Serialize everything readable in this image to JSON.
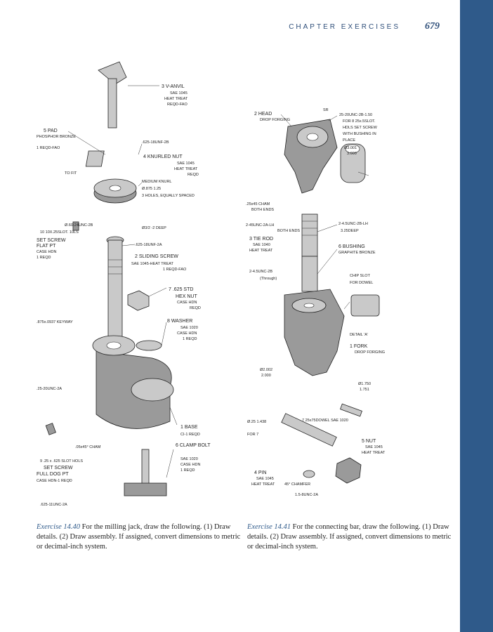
{
  "header": {
    "chapter_title": "CHAPTER EXERCISES",
    "page_number": "679"
  },
  "colors": {
    "side_band": "#2f5a8a",
    "exercise_label": "#2f5a8a"
  },
  "left_figure": {
    "labels": [
      "3 V-ANVIL",
      "SAE 1045",
      "HEAT TREAT",
      "REQD-FAO",
      "5 PAD",
      "PHOSPHOR BRONZE",
      "1 REQD-FAO",
      ".625-18UNF-2B",
      "4 KNURLED NUT",
      "SAE 1045",
      "HEAT TREAT",
      "REQD",
      "TO FIT",
      "MEDIUM KNURL",
      "Ø.875 1.25",
      "3 HOLES, EQUALLY SPACED",
      "Ø.60-24UNC-2B",
      "Ø3/2 -2 DEEP",
      "10 10X.25SLOT. 10LS",
      "SET SCREW",
      "FLAT PT",
      "CASE HDN",
      "1 REQD",
      ".625-18UNF-2A",
      "2 SLIDING SCREW",
      "SAE 1045-HEAT TREAT",
      "1 REQD-FAO",
      "7 .625 STD",
      "HEX NUT",
      "CASE HDN",
      "REQD",
      ".875x.0937 KEYWAY",
      "8 WASHER",
      "SAE 1020",
      "CASE HDN",
      "1 REQD",
      ".25-20UNC-2A",
      "1 BASE",
      "CI-1 REQD",
      ".05x45° CHAM",
      "6 CLAMP BOLT",
      "SAE 1020",
      "CASE HDN",
      "1 REQD",
      "9 .25 x .625 SLOT HOLS",
      "SET SCREW",
      "FULL DOG PT",
      "CASE HDN-1 REQD",
      ".625-11UNC-2A"
    ]
  },
  "right_figure": {
    "labels": [
      "2 HEAD",
      "DROP FORGING",
      "SR",
      "25-20UNC-2B-1.50",
      "FOR 8 25x.5SLOT.",
      "HDLS SET SCREW",
      "WITH BUSHING IN",
      "PLACE",
      "Ø3.001",
      "3.000",
      ".25x45 CHAM",
      "BOTH ENDS",
      "2-45UNC-2A-LH",
      "BOTH ENDS",
      "2-4.5UNC-2B-LH",
      "3.25DEEP",
      "3 TIE ROD",
      "SAE 1040",
      "HEAT TREAT",
      "6 BUSHING",
      "GRAPHITE BRONZE",
      "2-4.5UNC-2B",
      "(Through)",
      "CHIP SLOT",
      "FOR DOWEL",
      "DETAIL 'A'",
      "1 FORK",
      "DROP FORGING",
      "Ø2.002",
      "2.000",
      "Ø1.750",
      "1.751",
      "Ø.25 1.438",
      "7 25x75DOWEL SAE 1020",
      "FOR 7",
      "5 NUT",
      "SAE 1045",
      "HEAT TREAT",
      "4 PIN",
      "SAE 1045",
      "HEAT TREAT",
      "45° CHAMFER",
      "1.5-8UNC-2A"
    ]
  },
  "captions": {
    "left": {
      "exercise": "Exercise 14.40",
      "text": "For the milling jack, draw the following. (1) Draw details. (2) Draw assembly. If assigned, convert dimensions to metric or decimal-inch system."
    },
    "right": {
      "exercise": "Exercise 14.41",
      "text": "For the connecting bar, draw the following. (1) Draw details. (2) Draw assembly. If assigned, convert dimensions to metric or decimal-inch system."
    }
  }
}
